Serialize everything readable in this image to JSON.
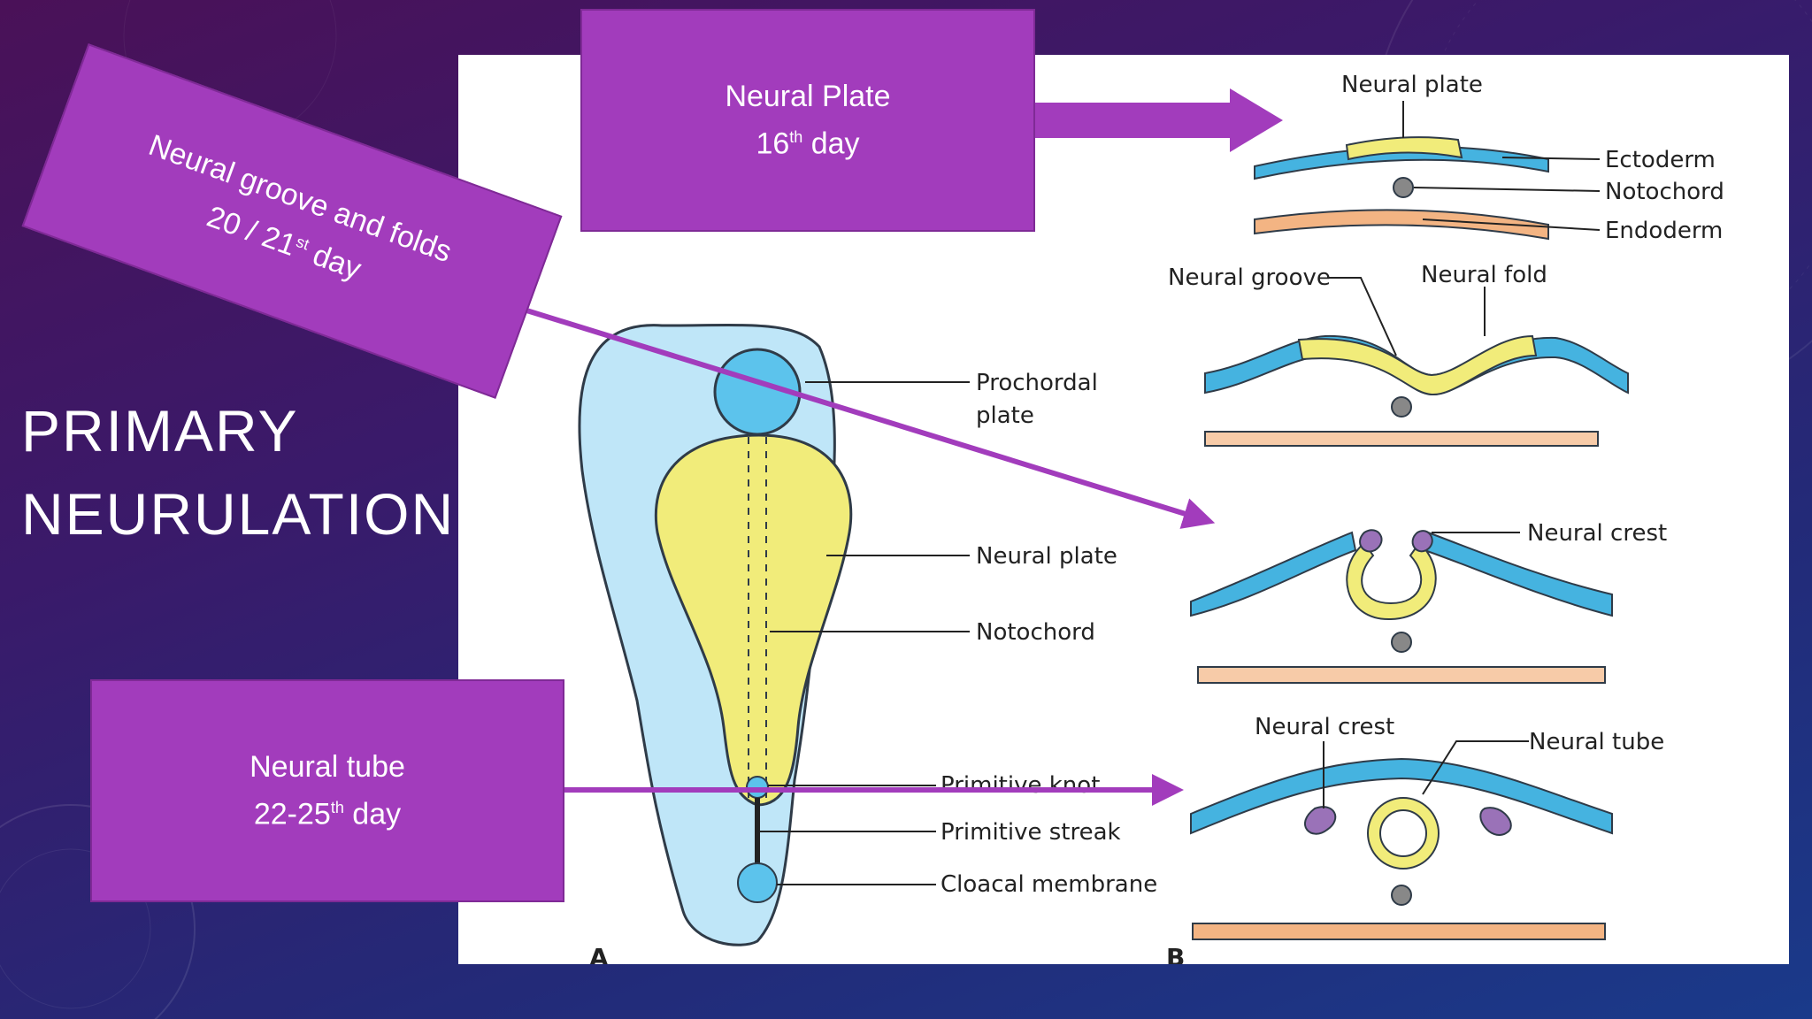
{
  "slide": {
    "title_line1": "PRIMARY",
    "title_line2": "NEURULATION"
  },
  "callouts": {
    "plate": {
      "name": "Neural Plate",
      "day_num": "16",
      "day_sup": "th",
      "day_word": "day"
    },
    "groove": {
      "name": "Neural groove and folds",
      "day_num": "20 / 21",
      "day_sup": "st",
      "day_word": "day"
    },
    "tube": {
      "name": "Neural tube",
      "day_num": "22-25",
      "day_sup": "th",
      "day_word": "day"
    }
  },
  "figure_a": {
    "letter": "A",
    "labels": {
      "prochordal_1": "Prochordal",
      "prochordal_2": "plate",
      "neural_plate": "Neural plate",
      "notochord": "Notochord",
      "primitive_knot": "Primitive knot",
      "primitive_streak": "Primitive streak",
      "cloacal_membrane": "Cloacal membrane"
    }
  },
  "figure_b": {
    "letter": "B",
    "labels": {
      "neural_plate": "Neural plate",
      "ectoderm": "Ectoderm",
      "notochord": "Notochord",
      "endoderm": "Endoderm",
      "neural_groove": "Neural groove",
      "neural_fold": "Neural fold",
      "neural_crest_1": "Neural crest",
      "neural_crest_2": "Neural crest",
      "neural_tube": "Neural tube"
    }
  },
  "colors": {
    "callout_fill": "#a23cbc",
    "ectoderm_blue": "#45b3e0",
    "neural_yellow": "#f1ec7a",
    "endoderm_orange": "#f3b483",
    "crest_purple": "#9a72b8",
    "embryo_light_blue": "#bfe6f8"
  }
}
